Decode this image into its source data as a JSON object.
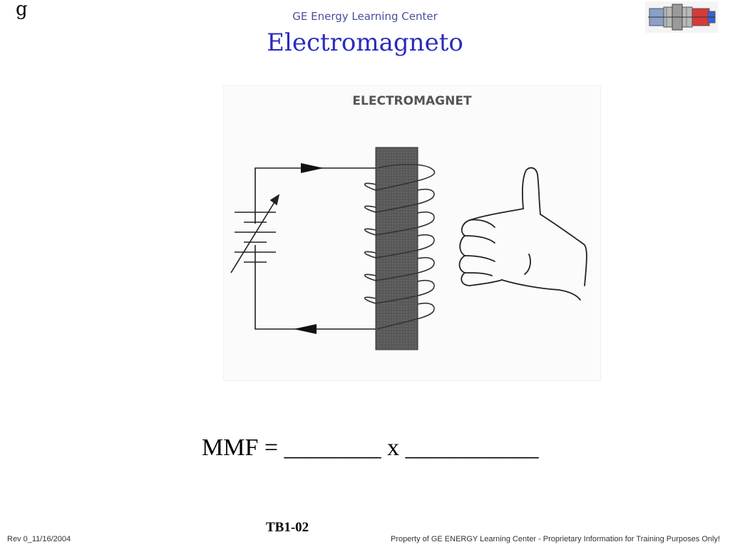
{
  "header": {
    "logo_letter": "g",
    "organization": "GE Energy Learning Center",
    "title": "Electromagneto",
    "thumbnail_icon": "gas-turbine-icon"
  },
  "diagram": {
    "heading": "ELECTROMAGNET",
    "icons": [
      "variable-battery-icon",
      "iron-core-icon",
      "coil-icon",
      "current-arrow-icon",
      "right-hand-thumb-icon"
    ]
  },
  "formula": {
    "text": "MMF = ________ x ___________"
  },
  "slide_code": "TB1-02",
  "footer": {
    "revision": "Rev 0_11/16/2004",
    "property_notice": "Property of GE ENERGY Learning Center - Proprietary Information for Training Purposes Only!"
  },
  "colors": {
    "title": "#2a2ac0",
    "organization": "#4a4e9c",
    "core": "#5a5a5a"
  }
}
